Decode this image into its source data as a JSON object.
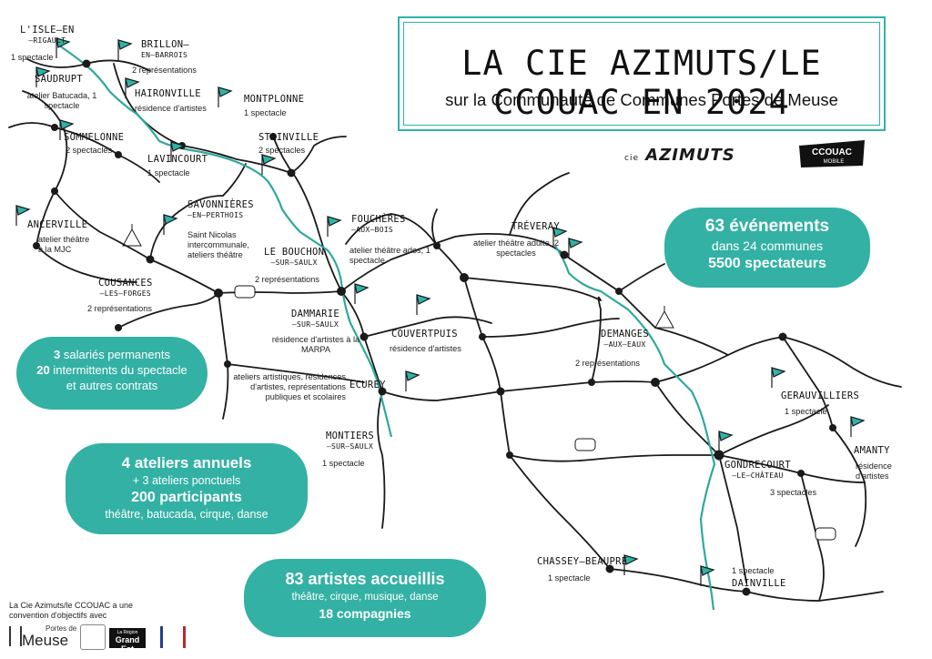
{
  "title": "LA CIE AZIMUTS/LE CCOUAC EN 2024",
  "subtitle": "sur la Communauté de Communes Portes de Meuse",
  "logos": {
    "azimuts_prefix": "cie",
    "azimuts": "AZIMUTS",
    "ccouac": "CCOUAC",
    "ccouac_sub": "MOBILE",
    "portes": "Portes de",
    "meuse": "Meuse",
    "region_small": "La Région",
    "grand_est": "Grand Est"
  },
  "stats": {
    "events_line1": "63 événements",
    "events_line2": "dans 24 communes",
    "events_line3": "5500 spectateurs",
    "staff_line1_num": "3",
    "staff_line1": " salariés permanents",
    "staff_line2_num": "20",
    "staff_line2": " intermittents du spectacle",
    "staff_line3": "et autres contrats",
    "workshops_line1": "4 ateliers annuels",
    "workshops_line2": "+ 3 ateliers ponctuels",
    "workshops_line3": "200 participants",
    "workshops_line4": "théâtre, batucada, cirque, danse",
    "artists_line1": "83 artistes accueillis",
    "artists_line2": "théâtre, cirque, musique, danse",
    "artists_line3": "18 compagnies"
  },
  "footer": {
    "convention": "La Cie Azimuts/le CCOUAC a une convention d'objectifs avec"
  },
  "towns": {
    "lisle": {
      "name": "L'ISLE–EN",
      "sub": "–RIGAULT",
      "note": "1 spectacle"
    },
    "brillon": {
      "name": "BRILLON–",
      "sub": "EN–BARROIS",
      "note": "2 représentations"
    },
    "saudrupt": {
      "name": "SAUDRUPT",
      "note": "atelier Batucada, 1 spectacle"
    },
    "haironville": {
      "name": "HAIRONVILLE",
      "note": "résidence d'artistes"
    },
    "montplonne": {
      "name": "MONTPLONNE",
      "note": "1 spectacle"
    },
    "sommelonne": {
      "name": "SOMMELONNE",
      "note": "2 spectacles"
    },
    "stainville": {
      "name": "STAINVILLE",
      "note": "2 spectacles"
    },
    "lavincourt": {
      "name": "LAVINCOURT",
      "note": "1 spectacle"
    },
    "savonnieres": {
      "name": "SAVONNIÈRES",
      "sub": "–EN–PERTHOIS",
      "note": "Saint Nicolas intercommunale, ateliers théâtre"
    },
    "ancerville": {
      "name": "ANCERVILLE",
      "note": "atelier théâtre à la MJC"
    },
    "fouchere": {
      "name": "FOUCHÈRES",
      "sub": "–AUX–BOIS",
      "note": "atelier théâtre ados, 1 spectacle"
    },
    "treveray": {
      "name": "TRÉVERAY",
      "note": "atelier théâtre adulte, 2 spectacles"
    },
    "lebouchon": {
      "name": "LE BOUCHON",
      "sub": "–SUR–SAULX",
      "note": "2 représentations"
    },
    "cousances": {
      "name": "COUSANCES",
      "sub": "–LES–FORGES",
      "note": "2 représentations"
    },
    "dammarie": {
      "name": "DAMMARIE",
      "sub": "–SUR–SAULX",
      "note": "résidence d'artistes à la MARPA"
    },
    "couvertpuis": {
      "name": "COUVERTPUIS",
      "note": "résidence d'artistes"
    },
    "demanges": {
      "name": "DEMANGES",
      "sub": "–AUX–EAUX",
      "note": "2 représentations"
    },
    "ecurey": {
      "name": "ECUREY",
      "note": "ateliers artistiques, résidences d'artistes, représentations publiques et scolaires"
    },
    "gerauvilliers": {
      "name": "GERAUVILLIERS",
      "note": "1 spectacle"
    },
    "montiers": {
      "name": "MONTIERS",
      "sub": "–SUR–SAULX",
      "note": "1 spectacle"
    },
    "amanty": {
      "name": "AMANTY",
      "note": "résidence d'artistes"
    },
    "gondrecourt": {
      "name": "GONDRECOURT",
      "sub": "–LE–CHÂTEAU",
      "note": "3 spectacles"
    },
    "chassey": {
      "name": "CHASSEY–BEAUPRÉ",
      "note": "1 spectacle"
    },
    "dainville": {
      "name": "DAINVILLE",
      "note": "1 spectacle"
    }
  },
  "colors": {
    "accent": "#33b1a4",
    "river": "#2fa89c",
    "road": "#1a1a1a"
  }
}
